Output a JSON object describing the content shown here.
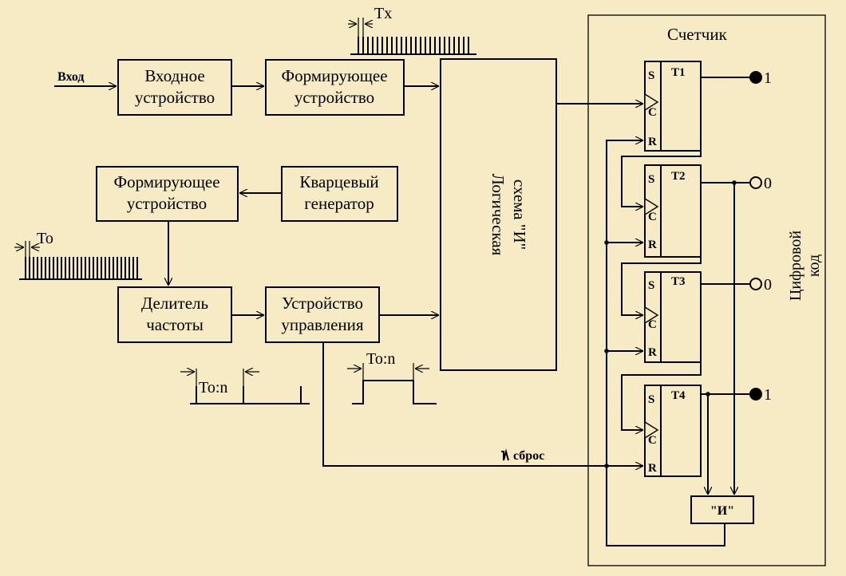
{
  "blocks": {
    "input_device": [
      "Входное",
      "устройство"
    ],
    "shaper_top": [
      "Формирующее",
      "устройство"
    ],
    "shaper_left": [
      "Формирующее",
      "устройство"
    ],
    "quartz": [
      "Кварцевый",
      "генератор"
    ],
    "divider": [
      "Делитель",
      "частоты"
    ],
    "control": [
      "Устройство",
      "управления"
    ],
    "logic": [
      "Логическая",
      "схема \"И\""
    ]
  },
  "labels": {
    "input": "Вход",
    "tx": "Tx",
    "to": "To",
    "to_div_n_left": "To:n",
    "to_div_n_mid": "To:n",
    "reset": "сброс",
    "counter_title": "Счетчик",
    "digital_code": [
      "Цифровой",
      "код"
    ],
    "and_gate": "\"И\""
  },
  "counter": {
    "triggers": [
      {
        "name": "T1",
        "s": "S",
        "c": "C",
        "r": "R",
        "output": "1",
        "filled": true
      },
      {
        "name": "T2",
        "s": "S",
        "c": "C",
        "r": "R",
        "output": "0",
        "filled": false
      },
      {
        "name": "T3",
        "s": "S",
        "c": "C",
        "r": "R",
        "output": "0",
        "filled": false
      },
      {
        "name": "T4",
        "s": "S",
        "c": "C",
        "r": "R",
        "output": "1",
        "filled": true
      }
    ]
  },
  "colors": {
    "background": "#f6ebc4",
    "line": "#000000"
  }
}
